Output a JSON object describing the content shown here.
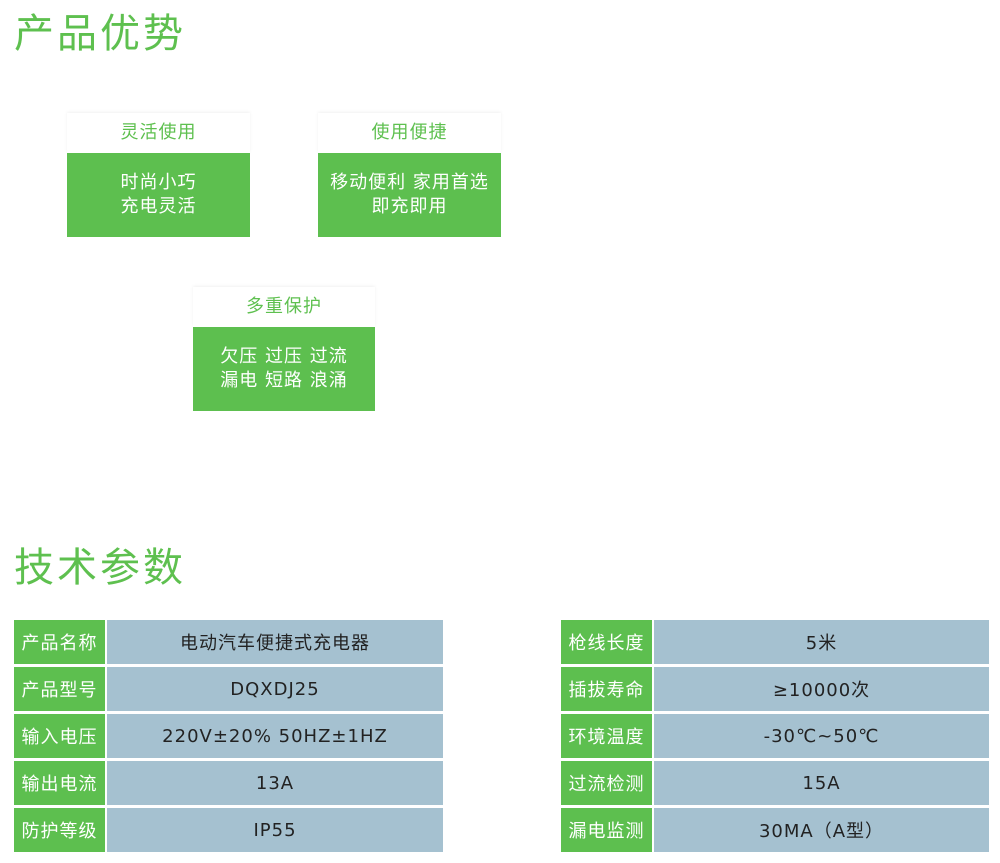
{
  "advantages": {
    "title": "产品优势",
    "items": [
      {
        "label": "灵活使用",
        "lines": [
          "时尚小巧",
          "充电灵活"
        ]
      },
      {
        "label": "使用便捷",
        "lines": [
          "移动便利 家用首选",
          "即充即用"
        ]
      },
      {
        "label": "多重保护",
        "lines": [
          "欠压 过压 过流",
          "漏电 短路 浪涌"
        ]
      }
    ]
  },
  "specs": {
    "title": "技术参数",
    "left": [
      {
        "key": "产品名称",
        "value": "电动汽车便捷式充电器"
      },
      {
        "key": "产品型号",
        "value": "DQXDJ25"
      },
      {
        "key": "输入电压",
        "value": "220V±20%   50HZ±1HZ"
      },
      {
        "key": "输出电流",
        "value": "13A"
      },
      {
        "key": "防护等级",
        "value": "IP55"
      }
    ],
    "right": [
      {
        "key": "枪线长度",
        "value": "5米"
      },
      {
        "key": "插拔寿命",
        "value": "≥10000次"
      },
      {
        "key": "环境温度",
        "value": "-30℃~50℃"
      },
      {
        "key": "过流检测",
        "value": "15A"
      },
      {
        "key": "漏电监测",
        "value": "30MA（A型）"
      }
    ]
  },
  "colors": {
    "green": "#5dbf4f",
    "blue_gray": "#a5c1d0"
  }
}
